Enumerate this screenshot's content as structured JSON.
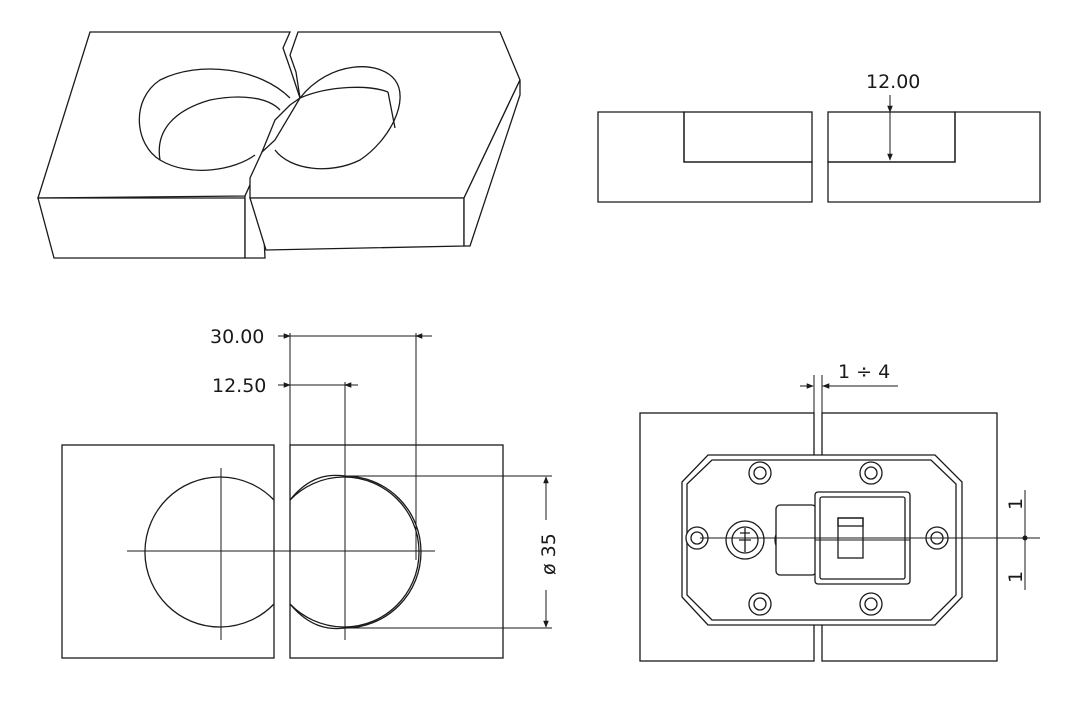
{
  "dimensions": {
    "section_depth": "12.00",
    "center_distance": "30.00",
    "center_offset": "12.50",
    "hole_diameter": "ø 35",
    "door_gap": "1 ÷ 4",
    "vertical_tolerance_top": "1",
    "vertical_tolerance_bottom": "1"
  }
}
